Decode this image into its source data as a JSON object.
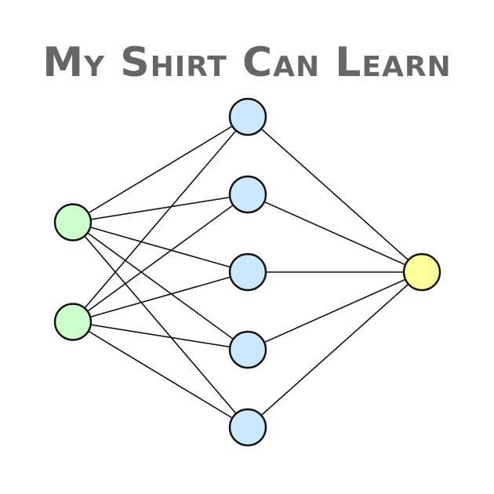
{
  "title": "My Shirt Can Learn",
  "colors": {
    "input": "#ccffcc",
    "hidden": "#cce8ff",
    "output": "#ffff99",
    "text": "#666666",
    "line": "#111111"
  },
  "layers": [
    {
      "name": "input",
      "count": 2
    },
    {
      "name": "hidden",
      "count": 5
    },
    {
      "name": "output",
      "count": 1
    }
  ],
  "connections": "fully-connected"
}
